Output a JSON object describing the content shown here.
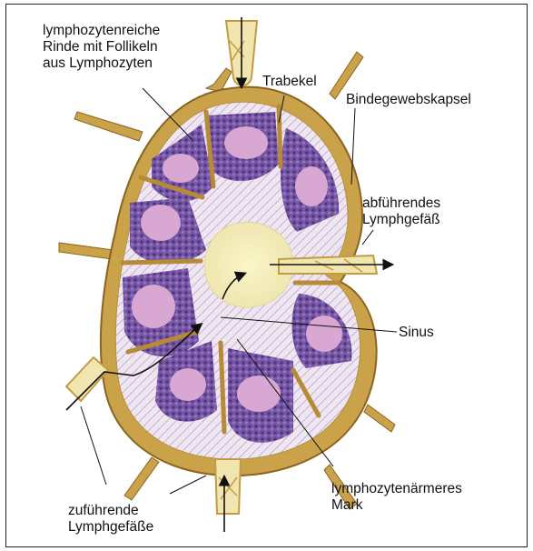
{
  "labels": {
    "cortex": "lymphozytenreiche\nRinde mit Follikeln\naus Lymphozyten",
    "trabecula": "Trabekel",
    "capsule": "Bindegewebskapsel",
    "efferent": "abführendes\nLymphgefäß",
    "sinus": "Sinus",
    "medulla": "lymphozytenärmeres\nMark",
    "afferent": "zuführende\nLymphgefäße"
  },
  "colors": {
    "capsule": "#c9a24a",
    "capsule_outline": "#8a6420",
    "cortex_tissue": "#7a5aa3",
    "follicle_center": "#d8a7d2",
    "medulla": "#eee2f0",
    "hilum": "#f3efb5",
    "frame": "#222222"
  }
}
